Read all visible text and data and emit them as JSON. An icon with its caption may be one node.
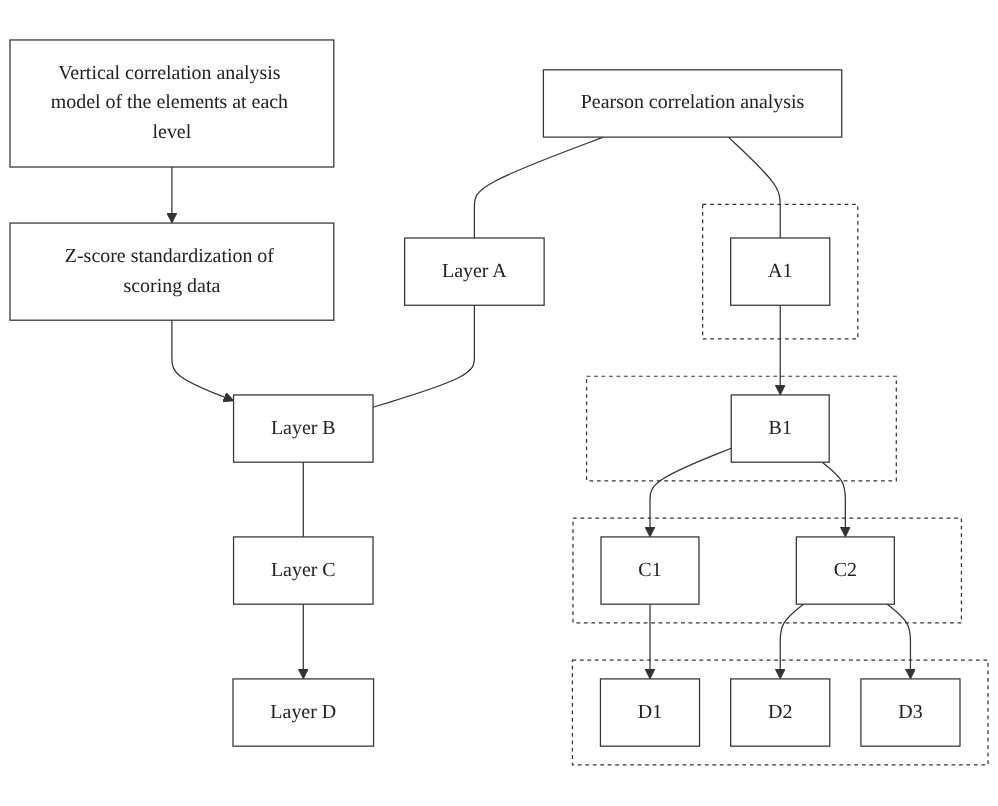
{
  "diagram": {
    "nodes": [
      {
        "text": [
          "Vertical correlation analysis model of the elements at each level"
        ]
      },
      {
        "text": [
          "Z-score standardization of scoring data"
        ]
      },
      {
        "text": [
          "Pearson correlation analysis"
        ]
      },
      {
        "text": [
          "Layer A"
        ]
      },
      {
        "text": [
          "Layer B"
        ]
      },
      {
        "text": [
          "Layer C"
        ]
      },
      {
        "text": [
          "Layer D"
        ]
      },
      {
        "text": [],
        "shape": "box"
      },
      {
        "text": [],
        "shape": "box"
      },
      {
        "text": [],
        "shape": "box"
      },
      {
        "text": [],
        "shape": "box"
      },
      {
        "text": [
          "A1"
        ],
        "in": 7
      },
      {
        "text": [
          "B1"
        ],
        "in": 8
      },
      {
        "text": [
          "C1"
        ],
        "in": 9
      },
      {
        "text": [
          "C2"
        ],
        "in": 9
      },
      {
        "text": [
          "D1"
        ],
        "in": 10
      },
      {
        "text": [
          "D2"
        ],
        "in": 10
      },
      {
        "text": [
          "D3"
        ],
        "in": 10
      }
    ],
    "edges": [
      {
        "from": 0,
        "to": 1,
        "arrow": "to"
      },
      {
        "from": 1,
        "to": 4,
        "arrow": "to"
      },
      {
        "from": 2,
        "to": 3,
        "arrow": "none"
      },
      {
        "from": 3,
        "to": 4,
        "arrow": "none"
      },
      {
        "from": 4,
        "to": 5,
        "arrow": "none"
      },
      {
        "from": 5,
        "to": 6,
        "arrow": "to"
      },
      {
        "from": 2,
        "to": 11,
        "arrow": "none"
      },
      {
        "from": 11,
        "to": 12,
        "arrow": "to"
      },
      {
        "from": 12,
        "to": 13,
        "arrow": "to"
      },
      {
        "from": 12,
        "to": 14,
        "arrow": "to"
      },
      {
        "from": 13,
        "to": 15,
        "arrow": "to"
      },
      {
        "from": 14,
        "to": 16,
        "arrow": "to"
      },
      {
        "from": 14,
        "to": 17,
        "arrow": "to"
      }
    ]
  }
}
